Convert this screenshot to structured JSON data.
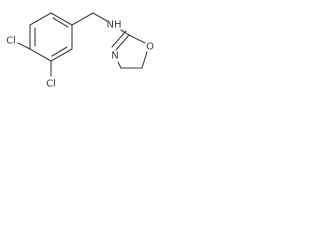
{
  "molecule": {
    "atoms": {
      "cl_top": "Cl",
      "cl_bottom": "Cl",
      "nh": "NH",
      "n_ring": "N",
      "o_ring": "O"
    },
    "colors": {
      "bond": "#3c3c3c",
      "label": "#3c3c3c",
      "background": "#ffffff"
    }
  }
}
